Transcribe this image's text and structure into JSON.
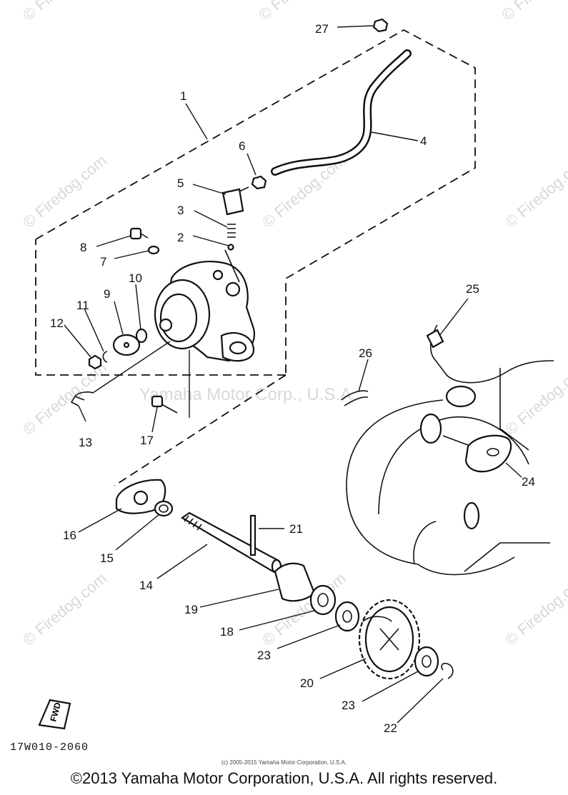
{
  "watermarks": {
    "site": "© Firedog.com",
    "company": "Yamaha Motor Corp., U.S.A."
  },
  "callouts": [
    "1",
    "2",
    "3",
    "4",
    "5",
    "6",
    "7",
    "8",
    "9",
    "10",
    "11",
    "12",
    "13",
    "14",
    "15",
    "16",
    "17",
    "18",
    "19",
    "20",
    "21",
    "22",
    "23",
    "23",
    "24",
    "25",
    "26",
    "27"
  ],
  "fwd_label": "FWD",
  "diagram_code": "17W010-2060",
  "small_copyright": "(c) 2005-2015 Yamaha Motor Corporation, U.S.A.",
  "main_copyright": "©2013 Yamaha Motor Corporation, U.S.A. All rights reserved."
}
